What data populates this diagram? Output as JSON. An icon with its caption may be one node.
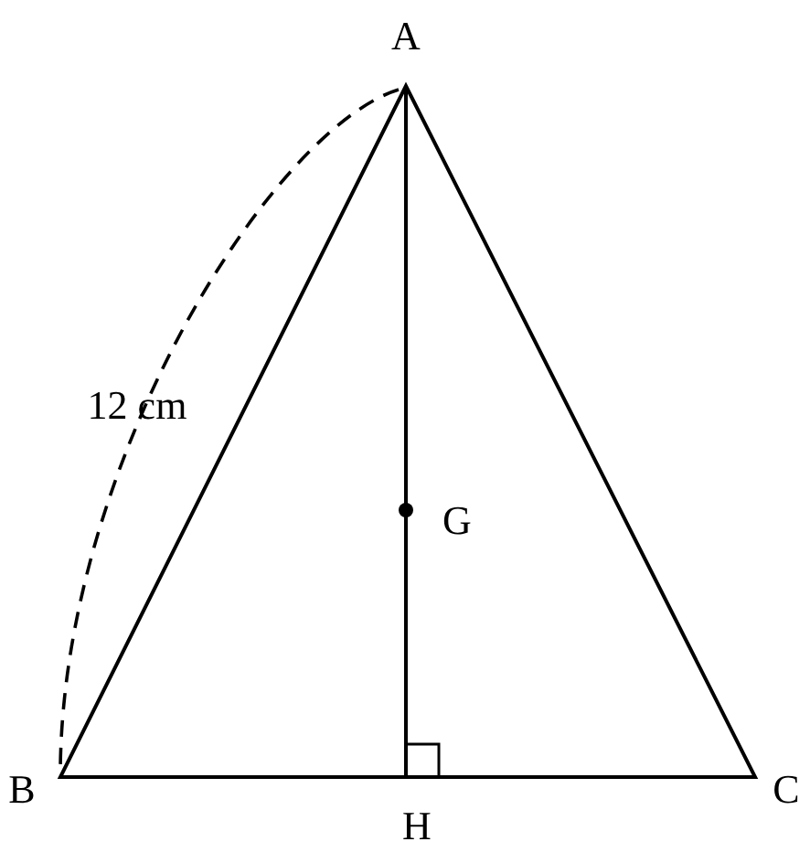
{
  "diagram": {
    "labels": [
      "A",
      "12 cm",
      "G",
      "B",
      "H",
      "C"
    ]
  }
}
